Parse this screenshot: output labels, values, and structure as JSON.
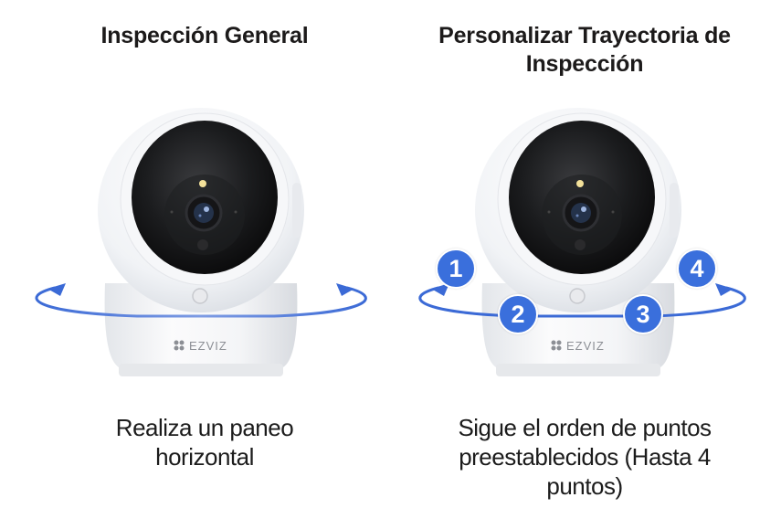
{
  "panels": [
    {
      "title": "Inspección General",
      "caption_lines": [
        "Realiza un paneo",
        "horizontal"
      ],
      "brand": "EZVIZ"
    },
    {
      "title_lines": [
        "Personalizar Trayectoria de",
        "Inspección"
      ],
      "caption_lines": [
        "Sigue el orden de puntos",
        "preestablecidos (Hasta 4",
        "puntos)"
      ],
      "brand": "EZVIZ",
      "badges": [
        "1",
        "2",
        "3",
        "4"
      ]
    }
  ],
  "colors": {
    "accent_blue": "#3a6fdc",
    "arrow_blue": "#3b6ad6",
    "text": "#1c1a1a"
  }
}
